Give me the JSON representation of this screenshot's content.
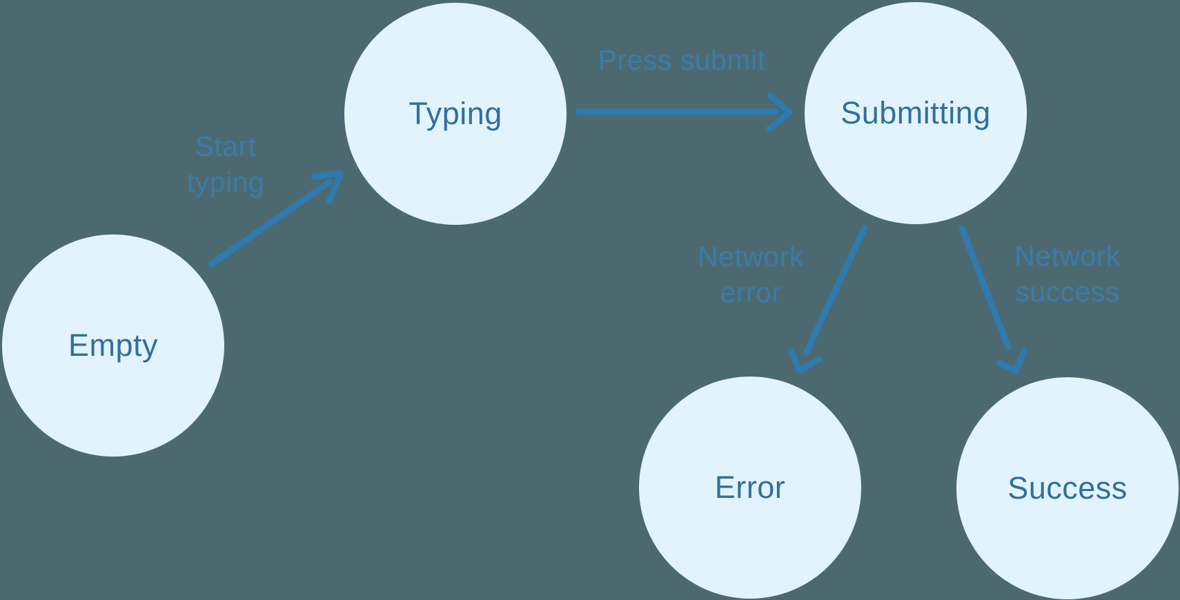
{
  "diagram": {
    "type": "state-machine",
    "nodes": [
      {
        "id": "empty",
        "label": "Empty"
      },
      {
        "id": "typing",
        "label": "Typing"
      },
      {
        "id": "submitting",
        "label": "Submitting"
      },
      {
        "id": "error",
        "label": "Error"
      },
      {
        "id": "success",
        "label": "Success"
      }
    ],
    "edges": [
      {
        "from": "empty",
        "to": "typing",
        "label": "Start typing"
      },
      {
        "from": "typing",
        "to": "submitting",
        "label": "Press submit"
      },
      {
        "from": "submitting",
        "to": "error",
        "label": "Network error"
      },
      {
        "from": "submitting",
        "to": "success",
        "label": "Network success"
      }
    ]
  },
  "colors": {
    "background": "#4C6970",
    "node_fill": "#E3F3FD",
    "node_text": "#2F709F",
    "edge_label": "#3A7CA9",
    "arrow": "#2E7BB0"
  }
}
